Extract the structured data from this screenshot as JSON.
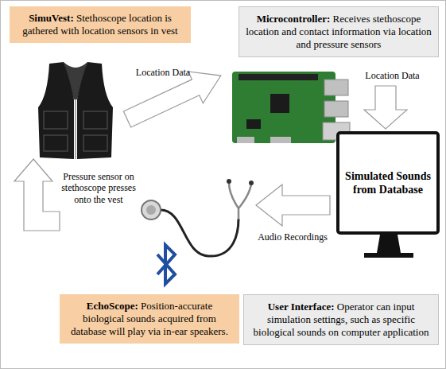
{
  "diagram": {
    "nodes": [
      {
        "text": [
          "SimuVest:",
          "Stethoscope location is gathered with location sensors in vest"
        ]
      },
      {
        "text": [
          "Microcontroller:",
          "Receives stethoscope location and contact information via location and pressure sensors"
        ]
      },
      {
        "text": [
          "Simulated Sounds from Database"
        ]
      },
      {
        "text": [
          "EchoScope:",
          "Position-accurate biological sounds acquired from database will play via in-ear speakers."
        ]
      },
      {
        "text": [
          "User Interface:",
          "Operator can input simulation settings, such as specific biological sounds on computer application"
        ]
      }
    ],
    "labels": [
      "Location Data",
      "Location Data",
      "Pressure sensor on stethoscope presses onto the vest",
      "Audio Recordings"
    ]
  }
}
